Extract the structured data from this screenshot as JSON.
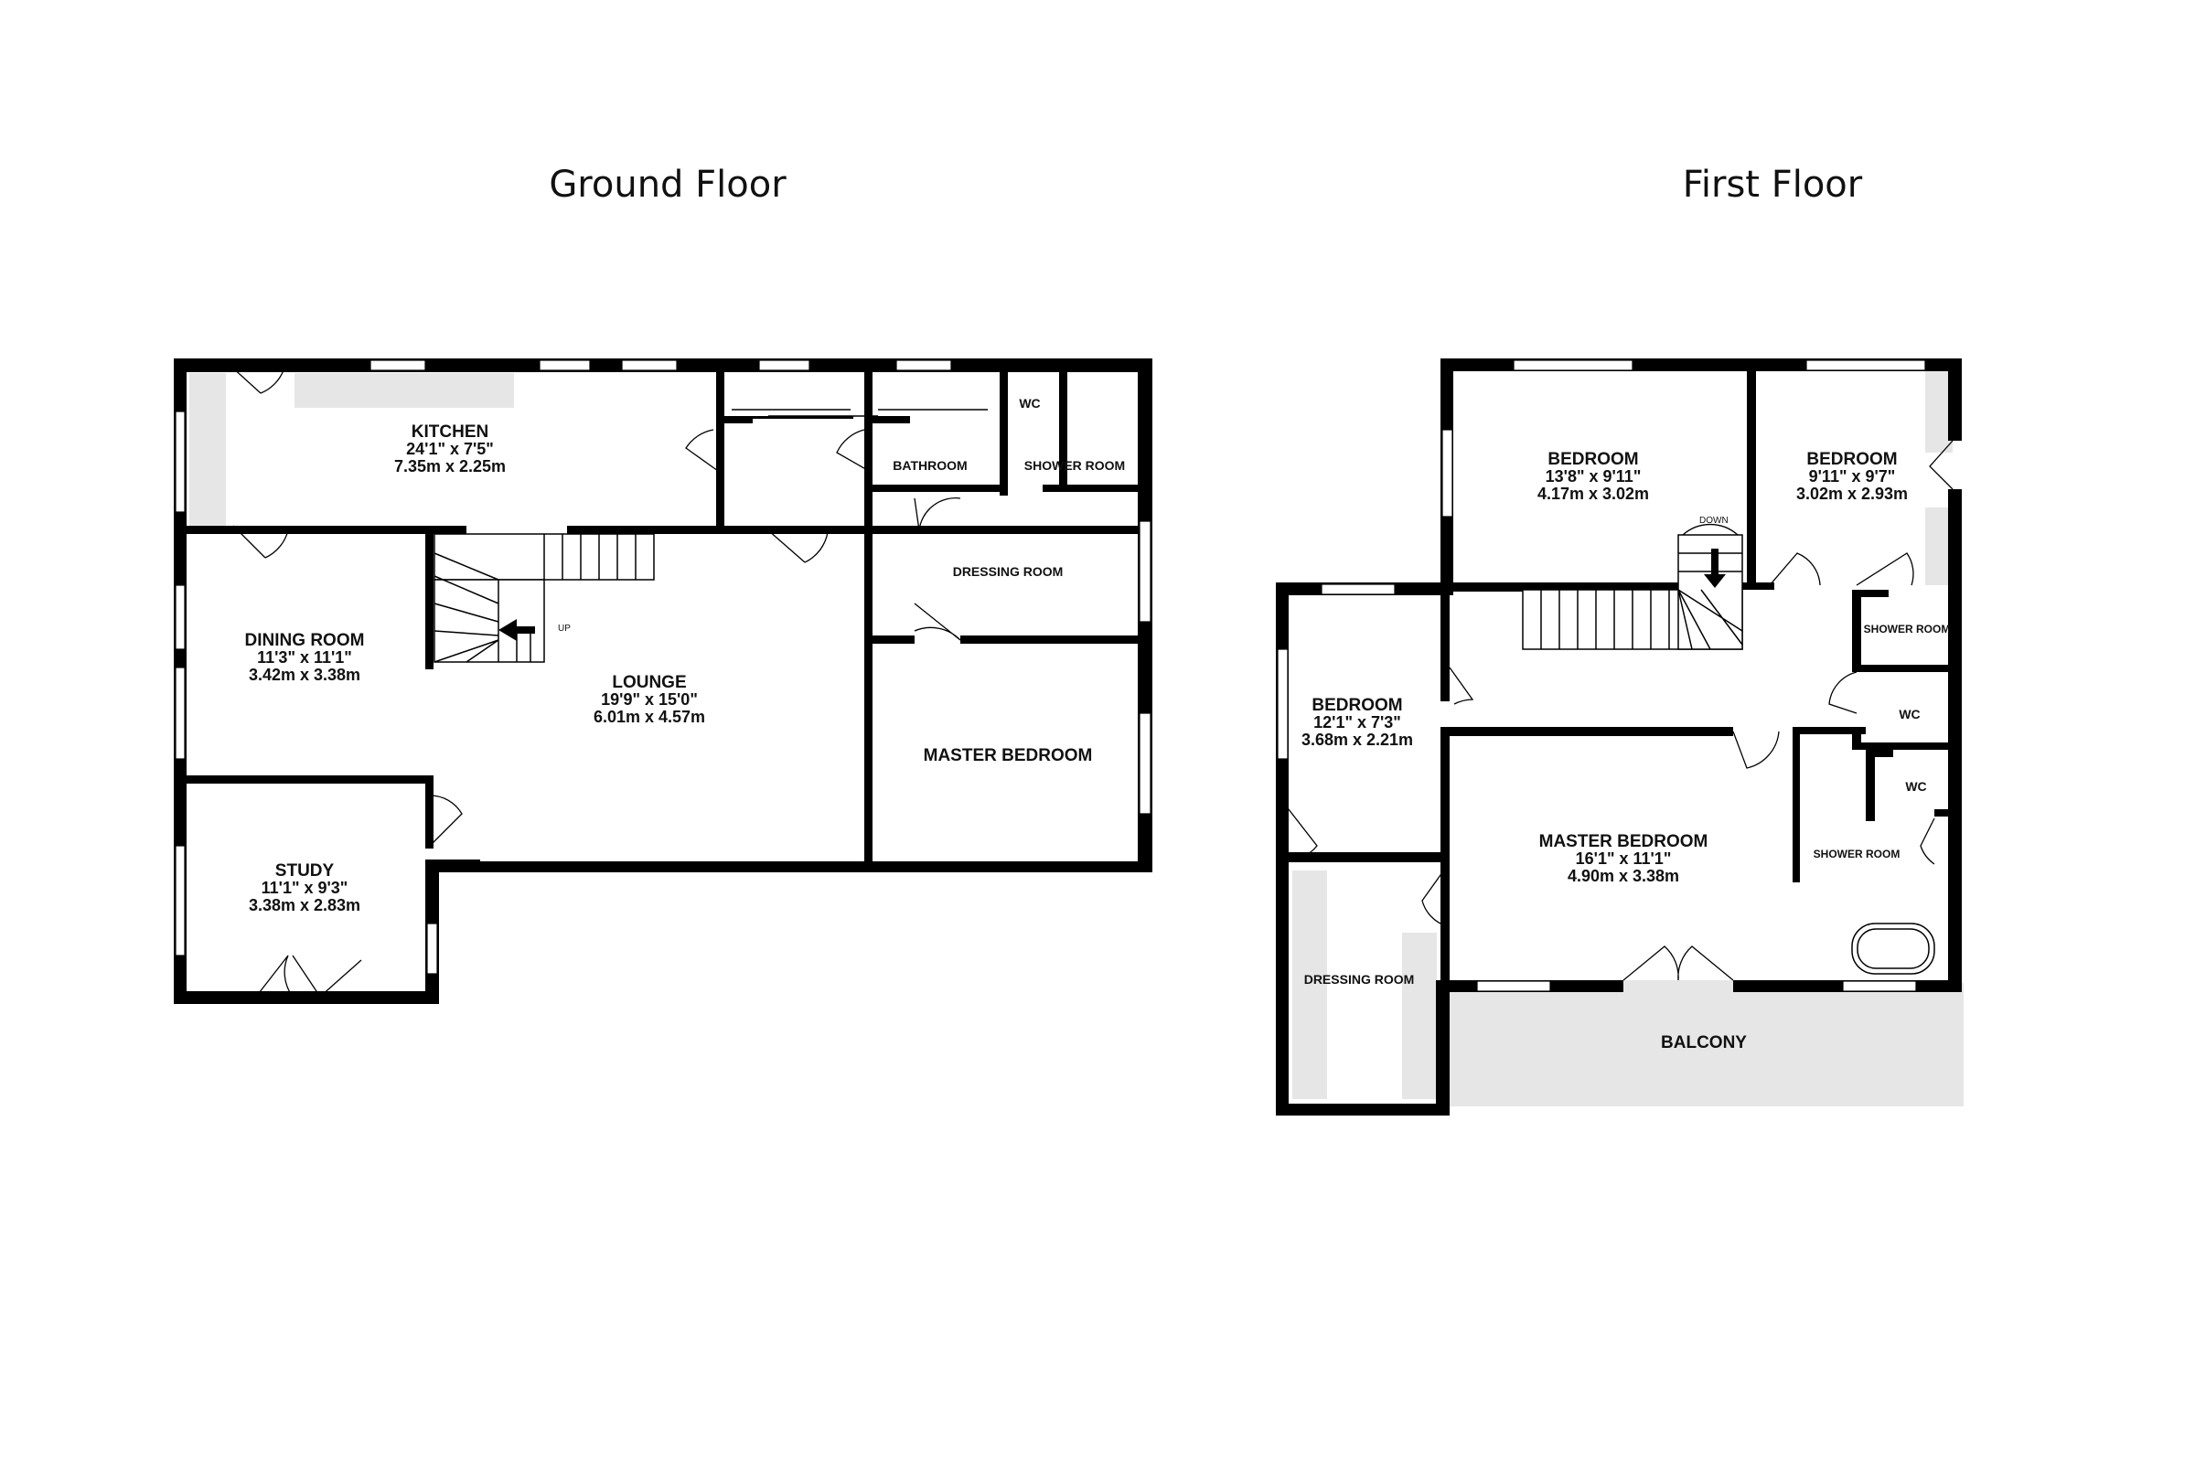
{
  "floors": [
    {
      "title": "Ground Floor"
    },
    {
      "title": "First Floor"
    }
  ],
  "ground": {
    "kitchen": {
      "name": "KITCHEN",
      "dim_imperial": "24'1\"  x 7'5\"",
      "dim_metric": "7.35m  x 2.25m"
    },
    "dining": {
      "name": "DINING ROOM",
      "dim_imperial": "11'3\"  x 11'1\"",
      "dim_metric": "3.42m  x 3.38m"
    },
    "lounge": {
      "name": "LOUNGE",
      "dim_imperial": "19'9\"  x 15'0\"",
      "dim_metric": "6.01m  x 4.57m"
    },
    "study": {
      "name": "STUDY",
      "dim_imperial": "11'1\"  x 9'3\"",
      "dim_metric": "3.38m  x 2.83m"
    },
    "bathroom": {
      "name": "BATHROOM"
    },
    "wc": {
      "name": "WC"
    },
    "shower": {
      "name": "SHOWER ROOM"
    },
    "dressing": {
      "name": "DRESSING ROOM"
    },
    "master": {
      "name": "MASTER BEDROOM"
    },
    "stair_label": "UP"
  },
  "first": {
    "bedroom1": {
      "name": "BEDROOM",
      "dim_imperial": "13'8\"  x 9'11\"",
      "dim_metric": "4.17m  x 3.02m"
    },
    "bedroom2": {
      "name": "BEDROOM",
      "dim_imperial": "9'11\"  x 9'7\"",
      "dim_metric": "3.02m  x 2.93m"
    },
    "bedroom3": {
      "name": "BEDROOM",
      "dim_imperial": "12'1\"  x 7'3\"",
      "dim_metric": "3.68m  x 2.21m"
    },
    "master": {
      "name": "MASTER BEDROOM",
      "dim_imperial": "16'1\"  x 11'1\"",
      "dim_metric": "4.90m  x 3.38m"
    },
    "shower1": {
      "name": "SHOWER ROOM"
    },
    "wc1": {
      "name": "WC"
    },
    "wc2": {
      "name": "WC"
    },
    "shower2": {
      "name": "SHOWER ROOM"
    },
    "dressing": {
      "name": "DRESSING ROOM"
    },
    "balcony": {
      "name": "BALCONY"
    },
    "stair_label": "DOWN"
  }
}
